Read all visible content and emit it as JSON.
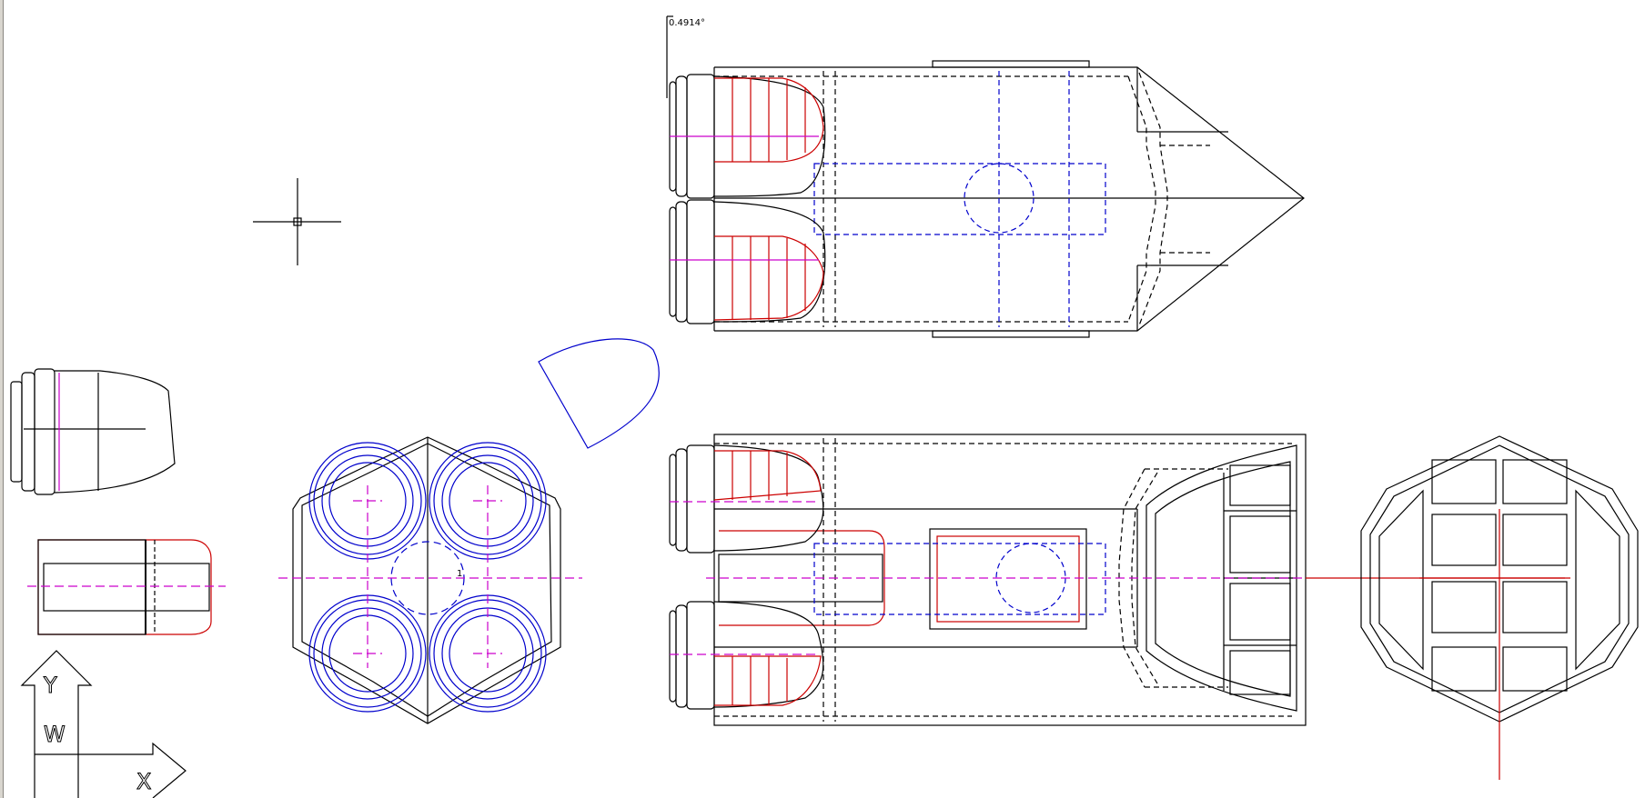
{
  "drawing": {
    "angle_readout": "0.4914°",
    "hatch_label": "1",
    "ucs_y_label": "Y",
    "ucs_w_label": "W",
    "ucs_x_label": "X"
  },
  "colors": {
    "background": "#ffffff",
    "line": "#000000",
    "red": "#cc0000",
    "blue": "#0000cc",
    "magenta": "#cc00cc"
  }
}
